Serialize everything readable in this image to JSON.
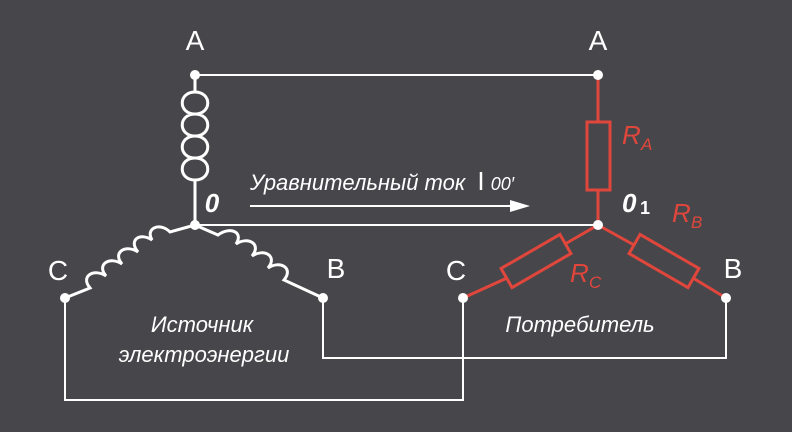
{
  "source": {
    "node_a": "A",
    "node_b": "B",
    "node_c": "C",
    "neutral": "0",
    "label_line1": "Источник",
    "label_line2": "электроэнергии"
  },
  "consumer": {
    "node_a": "A",
    "node_b": "B",
    "node_c": "C",
    "neutral_main": "0",
    "neutral_sub": "1",
    "r_main": "R",
    "ra_sub": "A",
    "rb_sub": "B",
    "rc_sub": "C",
    "label": "Потребитель"
  },
  "current": {
    "text": "Уравнительный ток",
    "symbol": "I",
    "subscript": "00′"
  },
  "colors": {
    "background": "#47474b",
    "wire": "#ffffff",
    "consumer": "#e0463c"
  }
}
